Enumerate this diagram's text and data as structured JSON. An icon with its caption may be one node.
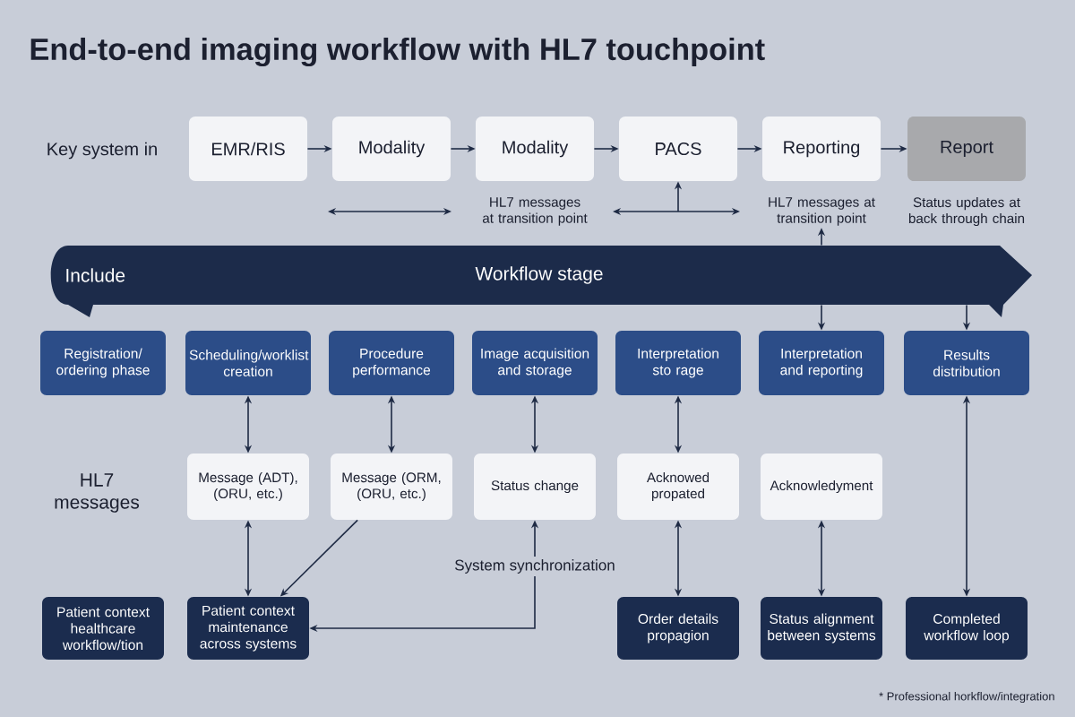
{
  "diagram": {
    "title": "End-to-end imaging workflow with HL7 touchpoint",
    "nodes": [
      {
        "text": [
          "EMR/RIS"
        ]
      },
      {
        "text": [
          "Modality"
        ]
      },
      {
        "text": [
          "Modality"
        ]
      },
      {
        "text": [
          "PACS"
        ]
      },
      {
        "text": [
          "Reporting"
        ]
      },
      {
        "text": [
          "Report"
        ]
      },
      {
        "text": [
          "HL7 messages at transition point"
        ]
      },
      {
        "text": [
          "Include",
          "Workflow stage"
        ]
      },
      {
        "text": [
          "Registration/ ordering phase"
        ]
      },
      {
        "text": [
          "Scheduling/worklist creation"
        ]
      },
      {
        "text": [
          "Procedure performance"
        ]
      },
      {
        "text": [
          "Image acquisition and storage"
        ]
      },
      {
        "text": [
          "Interpretation sto rage"
        ]
      },
      {
        "text": [
          "Interpretation and reporting"
        ]
      },
      {
        "text": [
          "Results distribution"
        ]
      },
      {
        "text": [
          "Message (ADT), (ORU, etc.)"
        ]
      },
      {
        "text": [
          "Message (ORM, (ORU, etc.)"
        ]
      },
      {
        "text": [
          "Status change"
        ]
      },
      {
        "text": [
          "Acknowed propated"
        ]
      },
      {
        "text": [
          "Acknowledyment"
        ]
      },
      {
        "text": [
          "Patient context healthcare workflow/tion"
        ]
      },
      {
        "text": [
          "Patient context maintenance across systems"
        ]
      },
      {
        "text": [
          "Order details propagion"
        ]
      },
      {
        "text": [
          "Status alignment between systems"
        ]
      },
      {
        "text": [
          "Completed workflow loop"
        ]
      }
    ],
    "edges": [
      {
        "from": 0,
        "to": 1,
        "arrow": "to"
      },
      {
        "from": 1,
        "to": 2,
        "arrow": "to"
      },
      {
        "from": 2,
        "to": 3,
        "arrow": "to"
      },
      {
        "from": 3,
        "to": 4,
        "arrow": "to"
      },
      {
        "from": 4,
        "to": 5,
        "arrow": "to"
      },
      {
        "from": null,
        "to": 3,
        "arrow": "to"
      },
      {
        "from": 7,
        "to": 6,
        "arrow": "to"
      },
      {
        "from": 7,
        "to": 13,
        "arrow": "to"
      },
      {
        "from": 7,
        "to": 14,
        "arrow": "to"
      },
      {
        "from": 9,
        "to": 15,
        "arrow": "both"
      },
      {
        "from": 10,
        "to": 16,
        "arrow": "both"
      },
      {
        "from": 11,
        "to": 17,
        "arrow": "both"
      },
      {
        "from": 12,
        "to": 18,
        "arrow": "both"
      },
      {
        "from": 14,
        "to": 24,
        "arrow": "both"
      },
      {
        "from": 15,
        "to": 21,
        "arrow": "both"
      },
      {
        "from": 16,
        "to": 21,
        "arrow": "to"
      },
      {
        "from": 17,
        "to": 21,
        "arrow": "both",
        "label": "System synchronization"
      },
      {
        "from": 18,
        "to": 22,
        "arrow": "both"
      },
      {
        "from": 19,
        "to": 23,
        "arrow": "both"
      }
    ],
    "labels": [
      "Key system in",
      "HL7 messages at transition point",
      "Status updates at back through chain",
      "HL7 messages",
      "* Professional horkflow/integration"
    ]
  }
}
